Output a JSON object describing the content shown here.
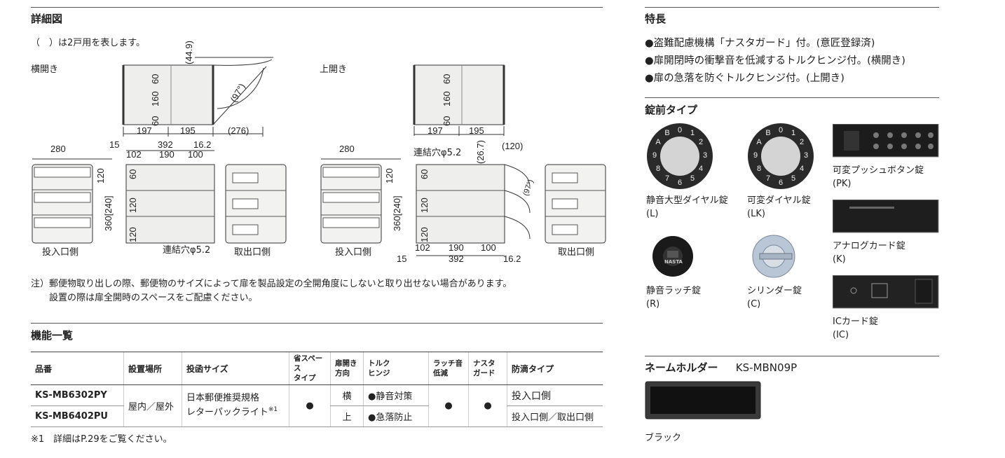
{
  "detail": {
    "title": "詳細図",
    "note_2unit": "（　）は2戸用を表します。",
    "label_side": "横開き",
    "label_top": "上開き",
    "top_dims_side": {
      "d449": "(44.9)",
      "d60a": "60",
      "d160": "160",
      "d60b": "60",
      "d197": "197",
      "d195": "195",
      "d276": "(276)",
      "angle": "(97°)"
    },
    "top_dims_up": {
      "d60a": "60",
      "d160": "160",
      "d60b": "60",
      "d197": "197",
      "d195": "195"
    },
    "front_side": {
      "d280": "280",
      "d15": "15",
      "d392": "392",
      "d162": "16.2",
      "d102": "102",
      "d190": "190",
      "d100": "100",
      "d120a": "120",
      "d240": "360[240]",
      "d60": "60",
      "d120b": "120",
      "d120c": "120",
      "hole": "連結穴φ5.2",
      "insert": "投入口側",
      "take": "取出口側"
    },
    "front_up": {
      "d280": "280",
      "hole": "連結穴φ5.2",
      "d267": "(26.7)",
      "d120p": "(120)",
      "d120a": "120",
      "d240": "360[240]",
      "d60": "60",
      "d120b": "120",
      "d120c": "120",
      "d102": "102",
      "d190": "190",
      "d100": "100",
      "d15": "15",
      "d392": "392",
      "d162": "16.2",
      "a97": "(97°)",
      "insert": "投入口側",
      "take": "取出口側"
    },
    "note1": "注）郵便物取り出しの際、郵便物のサイズによって扉を製品設定の全開角度にしないと取り出せない場合があります。",
    "note2": "設置の際は扉全開時のスペースをご配慮ください。"
  },
  "features": {
    "title": "機能一覧",
    "headers": [
      "品番",
      "設置場所",
      "投函サイズ",
      "省スペース\nタイプ",
      "扉開き\n方向",
      "トルク\nヒンジ",
      "ラッチ音\n低減",
      "ナスタ\nガード",
      "防滴タイプ"
    ],
    "rows": [
      {
        "model": "KS-MB6302PY",
        "place": "屋内／屋外",
        "size": "日本郵便推奨規格\nレターパックライト",
        "size_note": "※1",
        "space": "●",
        "dir": "横",
        "torque": "●静音対策",
        "latch": "●",
        "nasta": "●",
        "drip": "投入口側"
      },
      {
        "model": "KS-MB6402PU",
        "dir": "上",
        "torque": "●急落防止",
        "drip": "投入口側／取出口側"
      }
    ],
    "footnote": "※1　詳細はP.29をご覧ください。"
  },
  "tokucho": {
    "title": "特長",
    "items": [
      "●盗難配慮機構「ナスタガード」付。(意匠登録済)",
      "●扉開閉時の衝撃音を低減するトルクヒンジ付。(横開き)",
      "●扉の急落を防ぐトルクヒンジ付。(上開き)"
    ]
  },
  "locks": {
    "title": "錠前タイプ",
    "items": [
      {
        "name": "静音大型ダイヤル錠",
        "code": "(L)"
      },
      {
        "name": "可変ダイヤル錠",
        "code": "(LK)"
      },
      {
        "name": "可変プッシュボタン錠",
        "code": "(PK)"
      },
      {
        "name": "アナログカード錠",
        "code": "(K)"
      },
      {
        "name": "静音ラッチ錠",
        "code": "(R)"
      },
      {
        "name": "シリンダー錠",
        "code": "(C)"
      },
      {
        "name": "ICカード錠",
        "code": "(IC)"
      }
    ],
    "dial_digits": "A B 0 1 2 3 4 5 6 7 8 9",
    "latch_brand": "NASTA"
  },
  "nameholder": {
    "title": "ネームホルダー",
    "model": "KS-MBN09P",
    "color": "ブラック"
  },
  "colors": {
    "rule": "#555555",
    "text": "#222222",
    "panel": "#e8e8e6",
    "dark": "#1a1a1a"
  }
}
